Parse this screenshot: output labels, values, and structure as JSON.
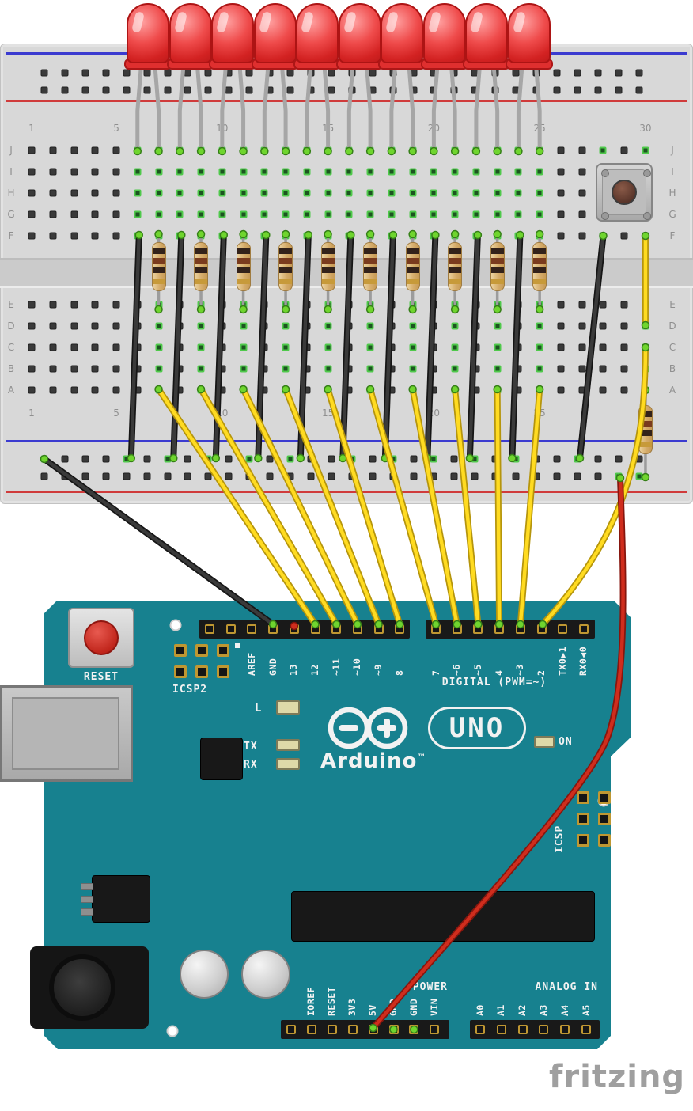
{
  "watermark": "fritzing",
  "colors": {
    "breadboard": "#d8d8d8",
    "board_teal": "#17818f",
    "wire_yellow": "#ffdb21",
    "wire_black": "#3a3a3a",
    "wire_red": "#cf2d1d",
    "connection_green": "#6fd52e",
    "led_red": "#e23535",
    "rail_blue": "#3b3bd0",
    "rail_red": "#d03b3b"
  },
  "breadboard": {
    "row_labels_top_half": [
      "J",
      "I",
      "H",
      "G",
      "F"
    ],
    "row_labels_bottom_half": [
      "E",
      "D",
      "C",
      "B",
      "A"
    ],
    "column_numbers": [
      "1",
      "5",
      "10",
      "15",
      "20",
      "25",
      "30"
    ],
    "columns": 30
  },
  "components": {
    "led_count": 10,
    "led_color": "red",
    "led_resistor_count": 10,
    "button_resistor_count": 1,
    "resistor_band_colors": [
      "#33221a",
      "#7a3b1e",
      "#33221a",
      "#c79a3a"
    ],
    "pushbutton_count": 1,
    "yellow_wire_count": 11,
    "black_wire_count": 12,
    "red_wire_count": 1
  },
  "arduino": {
    "reset_label": "RESET",
    "icsp2_label": "ICSP2",
    "icsp_label": "ICSP",
    "digital_caption": "DIGITAL (PWM=~)",
    "digital_pins_left": [
      "AREF",
      "GND",
      "13",
      "12",
      "~11",
      "~10",
      "~9",
      "8"
    ],
    "digital_pins_right": [
      "7",
      "~6",
      "~5",
      "4",
      "~3",
      "2",
      "TX0▶1",
      "RX0◀0"
    ],
    "logo_text": "UNO",
    "brand": "Arduino",
    "brand_tm": "™",
    "led_labels": {
      "l": "L",
      "tx": "TX",
      "rx": "RX",
      "on": "ON"
    },
    "power_caption": "POWER",
    "power_pins": [
      "IOREF",
      "RESET",
      "3V3",
      "5V",
      "GND",
      "GND",
      "VIN"
    ],
    "analog_caption": "ANALOG IN",
    "analog_pins": [
      "A0",
      "A1",
      "A2",
      "A3",
      "A4",
      "A5"
    ]
  }
}
